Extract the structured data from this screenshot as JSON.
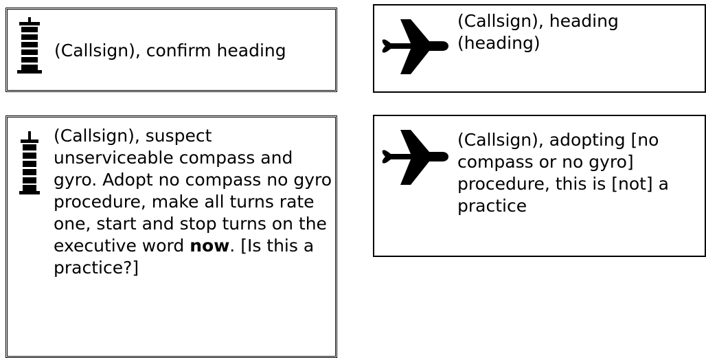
{
  "exchanges": [
    {
      "speaker": "controller",
      "icon": "control-tower-icon",
      "text": "(Callsign), confirm heading"
    },
    {
      "speaker": "pilot",
      "icon": "aircraft-icon",
      "text": "(Callsign), heading (heading)"
    },
    {
      "speaker": "controller",
      "icon": "control-tower-icon",
      "text_before": "(Callsign), suspect unserviceable compass and gyro. Adopt no compass no gyro procedure, make all turns rate one, start and stop turns on the executive word ",
      "text_bold": "now",
      "text_after": ". [Is this a practice?]"
    },
    {
      "speaker": "pilot",
      "icon": "aircraft-icon",
      "text": "(Callsign), adopting [no compass or no gyro] procedure, this is [not] a practice"
    }
  ],
  "colors": {
    "ink": "#000000",
    "background": "#ffffff"
  }
}
